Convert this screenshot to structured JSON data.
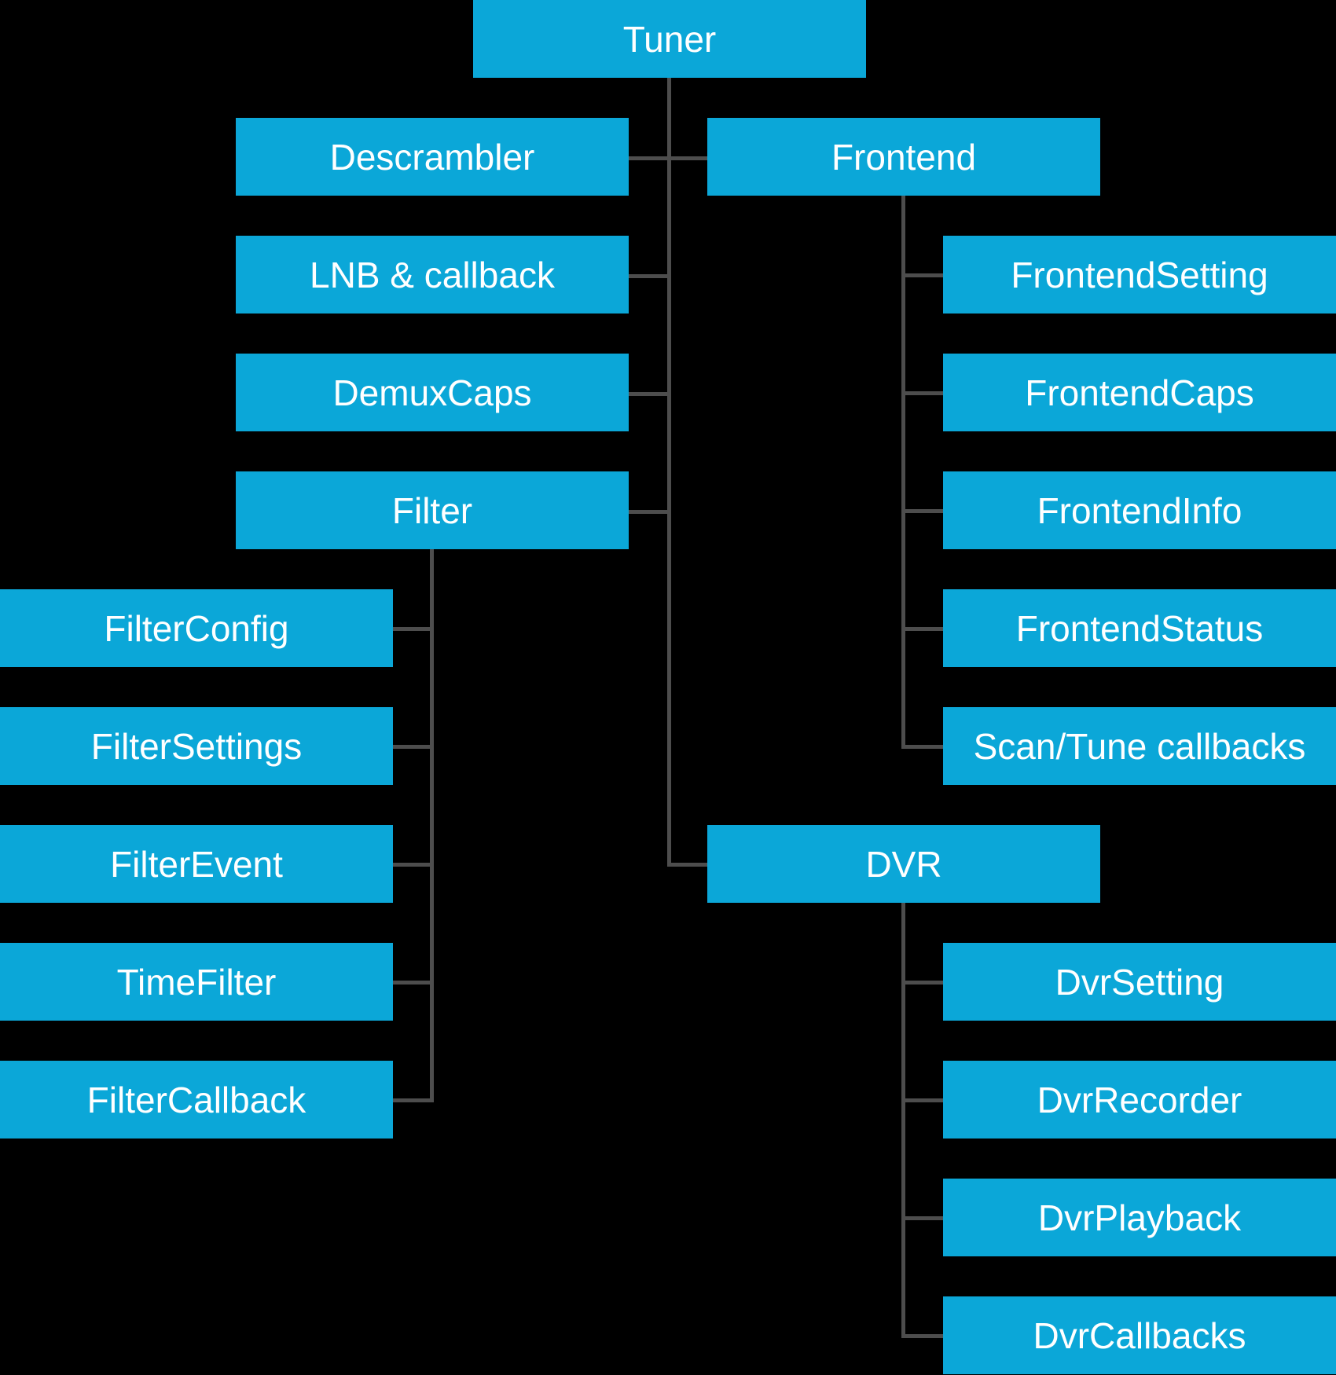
{
  "diagram": {
    "type": "hierarchy-tree",
    "colors": {
      "background": "#000000",
      "node_fill": "#0ba7d8",
      "node_text": "#ffffff",
      "connector": "#4d4d4d"
    },
    "nodes": {
      "tuner": {
        "label": "Tuner"
      },
      "descrambler": {
        "label": "Descrambler"
      },
      "lnb_callback": {
        "label": "LNB & callback"
      },
      "demuxcaps": {
        "label": "DemuxCaps"
      },
      "filter": {
        "label": "Filter"
      },
      "filterconfig": {
        "label": "FilterConfig"
      },
      "filtersettings": {
        "label": "FilterSettings"
      },
      "filterevent": {
        "label": "FilterEvent"
      },
      "timefilter": {
        "label": "TimeFilter"
      },
      "filtercallback": {
        "label": "FilterCallback"
      },
      "frontend": {
        "label": "Frontend"
      },
      "frontendsetting": {
        "label": "FrontendSetting"
      },
      "frontendcaps": {
        "label": "FrontendCaps"
      },
      "frontendinfo": {
        "label": "FrontendInfo"
      },
      "frontendstatus": {
        "label": "FrontendStatus"
      },
      "scan_tune_callbacks": {
        "label": "Scan/Tune callbacks"
      },
      "dvr": {
        "label": "DVR"
      },
      "dvrsetting": {
        "label": "DvrSetting"
      },
      "dvrrecorder": {
        "label": "DvrRecorder"
      },
      "dvrplayback": {
        "label": "DvrPlayback"
      },
      "dvrcallbacks": {
        "label": "DvrCallbacks"
      }
    },
    "hierarchy": {
      "Tuner": [
        "Descrambler",
        "LNB & callback",
        "DemuxCaps",
        "Filter",
        "Frontend",
        "DVR"
      ],
      "Filter": [
        "FilterConfig",
        "FilterSettings",
        "FilterEvent",
        "TimeFilter",
        "FilterCallback"
      ],
      "Frontend": [
        "FrontendSetting",
        "FrontendCaps",
        "FrontendInfo",
        "FrontendStatus",
        "Scan/Tune callbacks"
      ],
      "DVR": [
        "DvrSetting",
        "DvrRecorder",
        "DvrPlayback",
        "DvrCallbacks"
      ]
    }
  }
}
